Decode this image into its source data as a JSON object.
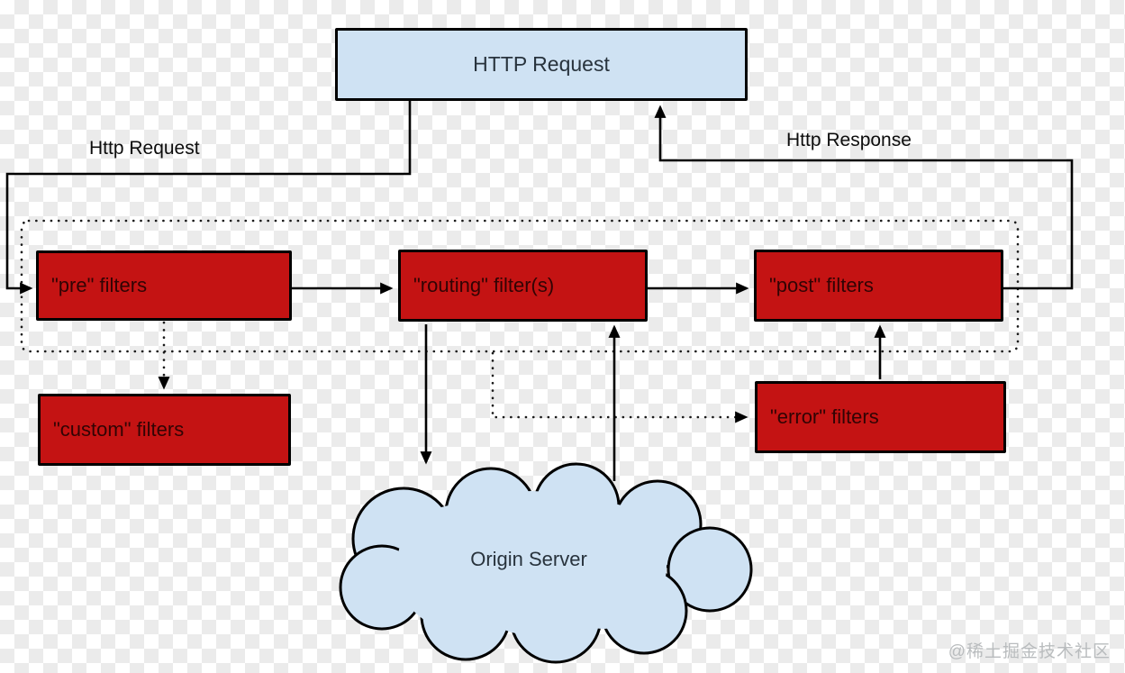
{
  "diagram": {
    "http_request_box": "HTTP Request",
    "request_label": "Http Request",
    "response_label": "Http Response",
    "filters": {
      "pre": "\"pre\" filters",
      "routing": "\"routing\" filter(s)",
      "post": "\"post\" filters",
      "custom": "\"custom\" filters",
      "error": "\"error\" filters"
    },
    "origin_server": "Origin Server",
    "watermark": "@稀土掘金技术社区",
    "colors": {
      "node_fill_blue": "#cfe2f3",
      "filter_fill_red": "#c41313",
      "line_black": "#000000",
      "checker_gray": "#ebebeb",
      "watermark_gray": "#b9bcbe"
    }
  }
}
